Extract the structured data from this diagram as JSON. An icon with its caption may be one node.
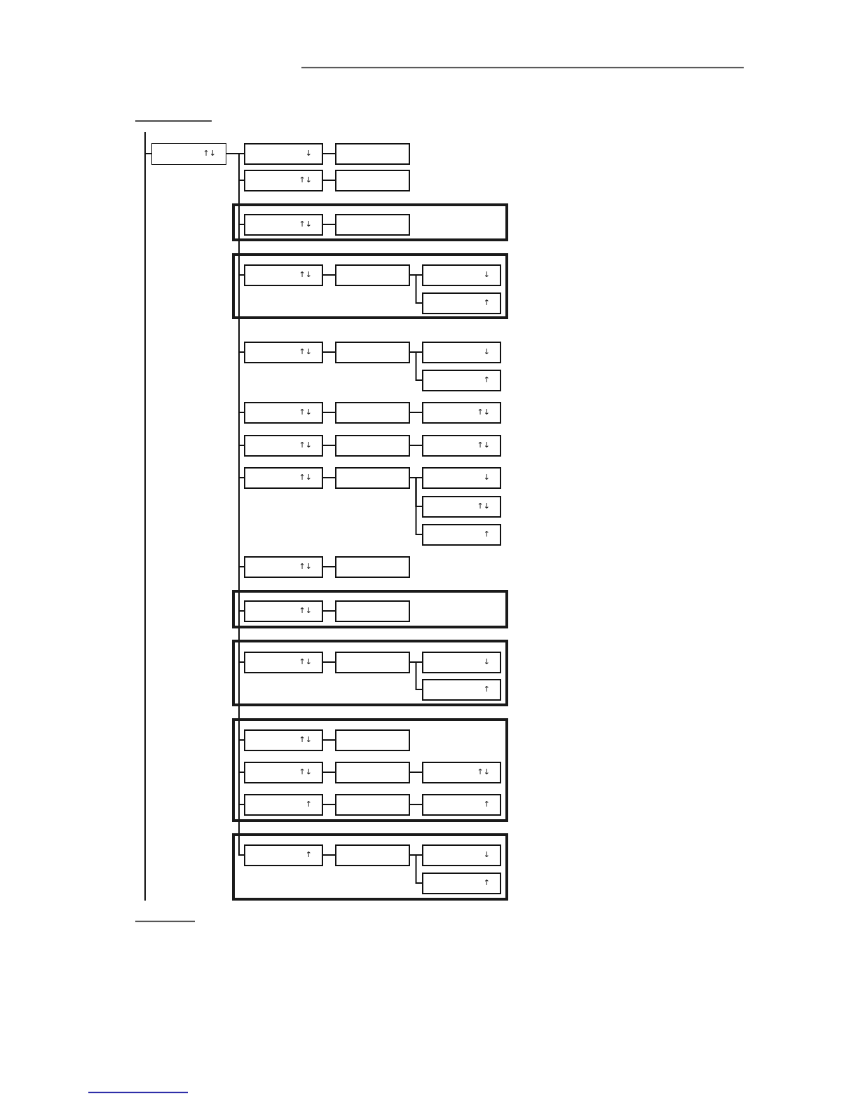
{
  "diagram": {
    "nodes": [
      {
        "text": [
          "↑↓"
        ]
      },
      {
        "text": [
          "↓"
        ]
      },
      {
        "text": [],
        "shape": "box"
      },
      {
        "text": [
          "↑↓"
        ]
      },
      {
        "text": [],
        "shape": "box"
      },
      {
        "text": [],
        "shape": "box"
      },
      {
        "text": [
          "↑↓"
        ],
        "in": 5
      },
      {
        "text": [],
        "shape": "box",
        "in": 5
      },
      {
        "text": [],
        "shape": "box"
      },
      {
        "text": [
          "↑↓"
        ],
        "in": 8
      },
      {
        "text": [],
        "shape": "box",
        "in": 8
      },
      {
        "text": [
          "↓"
        ],
        "in": 8
      },
      {
        "text": [
          "↑"
        ],
        "in": 8
      },
      {
        "text": [
          "↑↓"
        ]
      },
      {
        "text": [],
        "shape": "box"
      },
      {
        "text": [
          "↓"
        ]
      },
      {
        "text": [
          "↑"
        ]
      },
      {
        "text": [
          "↑↓"
        ]
      },
      {
        "text": [],
        "shape": "box"
      },
      {
        "text": [
          "↑↓"
        ]
      },
      {
        "text": [
          "↑↓"
        ]
      },
      {
        "text": [],
        "shape": "box"
      },
      {
        "text": [
          "↑↓"
        ]
      },
      {
        "text": [
          "↑↓"
        ]
      },
      {
        "text": [],
        "shape": "box"
      },
      {
        "text": [
          "↓"
        ]
      },
      {
        "text": [
          "↑↓"
        ]
      },
      {
        "text": [
          "↑"
        ]
      },
      {
        "text": [
          "↑↓"
        ]
      },
      {
        "text": [],
        "shape": "box"
      },
      {
        "text": [],
        "shape": "box"
      },
      {
        "text": [
          "↑↓"
        ],
        "in": 30
      },
      {
        "text": [],
        "shape": "box",
        "in": 30
      },
      {
        "text": [],
        "shape": "box"
      },
      {
        "text": [
          "↑↓"
        ],
        "in": 33
      },
      {
        "text": [],
        "shape": "box",
        "in": 33
      },
      {
        "text": [
          "↓"
        ],
        "in": 33
      },
      {
        "text": [
          "↑"
        ],
        "in": 33
      },
      {
        "text": [],
        "shape": "box"
      },
      {
        "text": [
          "↑↓"
        ],
        "in": 38
      },
      {
        "text": [],
        "shape": "box",
        "in": 38
      },
      {
        "text": [
          "↑↓"
        ],
        "in": 38
      },
      {
        "text": [],
        "shape": "box",
        "in": 38
      },
      {
        "text": [
          "↑↓"
        ],
        "in": 38
      },
      {
        "text": [
          "↑"
        ],
        "in": 38
      },
      {
        "text": [],
        "shape": "box",
        "in": 38
      },
      {
        "text": [
          "↑"
        ],
        "in": 38
      },
      {
        "text": [],
        "shape": "box"
      },
      {
        "text": [
          "↑"
        ],
        "in": 47
      },
      {
        "text": [],
        "shape": "box",
        "in": 47
      },
      {
        "text": [
          "↓"
        ],
        "in": 47
      },
      {
        "text": [
          "↑"
        ],
        "in": 47
      }
    ],
    "edges": [
      {
        "from": 0,
        "to": 1,
        "arrow": "none"
      },
      {
        "from": 1,
        "to": 2,
        "arrow": "none"
      },
      {
        "from": 0,
        "to": 3,
        "arrow": "none"
      },
      {
        "from": 3,
        "to": 4,
        "arrow": "none"
      },
      {
        "from": 0,
        "to": 6,
        "arrow": "none"
      },
      {
        "from": 6,
        "to": 7,
        "arrow": "none"
      },
      {
        "from": 0,
        "to": 9,
        "arrow": "none"
      },
      {
        "from": 9,
        "to": 10,
        "arrow": "none"
      },
      {
        "from": 10,
        "to": 11,
        "arrow": "none"
      },
      {
        "from": 10,
        "to": 12,
        "arrow": "none"
      },
      {
        "from": 0,
        "to": 13,
        "arrow": "none"
      },
      {
        "from": 13,
        "to": 14,
        "arrow": "none"
      },
      {
        "from": 14,
        "to": 15,
        "arrow": "none"
      },
      {
        "from": 14,
        "to": 16,
        "arrow": "none"
      },
      {
        "from": 0,
        "to": 17,
        "arrow": "none"
      },
      {
        "from": 17,
        "to": 18,
        "arrow": "none"
      },
      {
        "from": 18,
        "to": 19,
        "arrow": "none"
      },
      {
        "from": 0,
        "to": 20,
        "arrow": "none"
      },
      {
        "from": 20,
        "to": 21,
        "arrow": "none"
      },
      {
        "from": 21,
        "to": 22,
        "arrow": "none"
      },
      {
        "from": 0,
        "to": 23,
        "arrow": "none"
      },
      {
        "from": 23,
        "to": 24,
        "arrow": "none"
      },
      {
        "from": 24,
        "to": 25,
        "arrow": "none"
      },
      {
        "from": 24,
        "to": 26,
        "arrow": "none"
      },
      {
        "from": 24,
        "to": 27,
        "arrow": "none"
      },
      {
        "from": 0,
        "to": 28,
        "arrow": "none"
      },
      {
        "from": 28,
        "to": 29,
        "arrow": "none"
      },
      {
        "from": 0,
        "to": 31,
        "arrow": "none"
      },
      {
        "from": 31,
        "to": 32,
        "arrow": "none"
      },
      {
        "from": 0,
        "to": 34,
        "arrow": "none"
      },
      {
        "from": 34,
        "to": 35,
        "arrow": "none"
      },
      {
        "from": 35,
        "to": 36,
        "arrow": "none"
      },
      {
        "from": 35,
        "to": 37,
        "arrow": "none"
      },
      {
        "from": 0,
        "to": 39,
        "arrow": "none"
      },
      {
        "from": 39,
        "to": 40,
        "arrow": "none"
      },
      {
        "from": 0,
        "to": 41,
        "arrow": "none"
      },
      {
        "from": 41,
        "to": 42,
        "arrow": "none"
      },
      {
        "from": 42,
        "to": 43,
        "arrow": "none"
      },
      {
        "from": 0,
        "to": 44,
        "arrow": "none"
      },
      {
        "from": 44,
        "to": 45,
        "arrow": "none"
      },
      {
        "from": 45,
        "to": 46,
        "arrow": "none"
      },
      {
        "from": 0,
        "to": 48,
        "arrow": "none"
      },
      {
        "from": 48,
        "to": 49,
        "arrow": "none"
      },
      {
        "from": 49,
        "to": 50,
        "arrow": "none"
      },
      {
        "from": 49,
        "to": 51,
        "arrow": "none"
      }
    ]
  }
}
